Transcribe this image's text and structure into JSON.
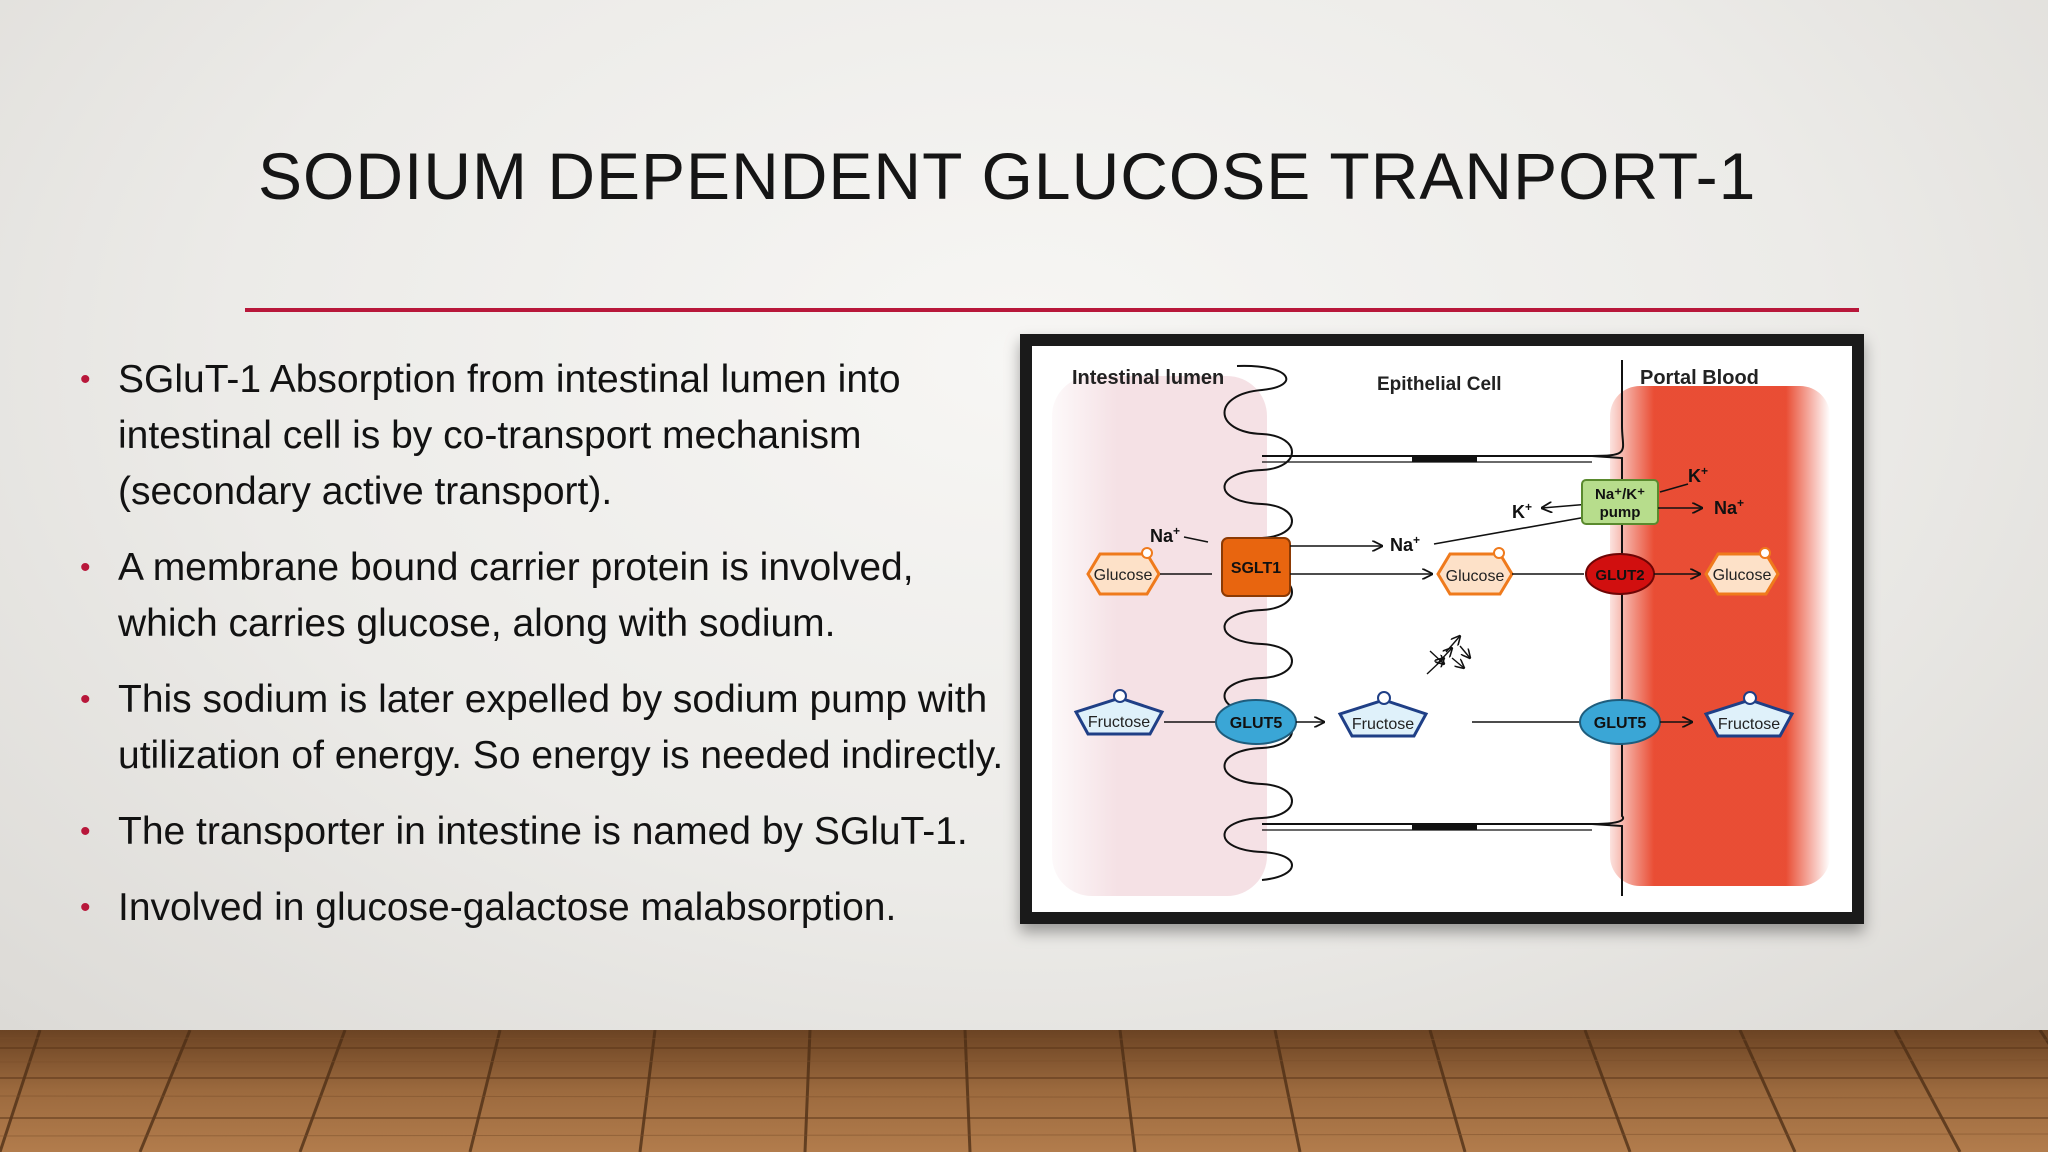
{
  "slide": {
    "title": "SODIUM DEPENDENT  GLUCOSE TRANPORT-1",
    "bullets": [
      "SGluT-1 Absorption from intestinal lumen into intestinal cell is by co-transport mechanism (secondary active transport).",
      "A membrane bound carrier protein is involved, which carries glucose, along with sodium.",
      "This sodium is later expelled by sodium pump with utilization of energy. So energy is needed indirectly.",
      "The transporter in intestine is named by SGluT-1.",
      "Involved in glucose-galactose malabsorption."
    ],
    "accent_color": "#b8173a"
  },
  "diagram": {
    "regions": {
      "lumen": "Intestinal lumen",
      "cell": "Epithelial Cell",
      "blood": "Portal Blood"
    },
    "labels": {
      "na": "Na",
      "na_plus": "+",
      "k": "K",
      "k_plus": "+",
      "glucose": "Glucose",
      "fructose": "Fructose",
      "sglt1": "SGLT1",
      "glut2": "GLUT2",
      "glut5": "GLUT5",
      "pump_line1": "Na⁺/K⁺",
      "pump_line2": "pump"
    },
    "colors": {
      "sglt1": "#e8650f",
      "glut2": "#d10f0f",
      "glut5": "#3aa6d6",
      "pump": "#b7dd8c",
      "glucose_fill": "#fde1c8",
      "glucose_stroke": "#ef7a1c",
      "fructose_fill": "#dff1fa",
      "fructose_stroke": "#1f3f86",
      "blood": "#e8442a",
      "lumen": "#f5e1e5"
    }
  }
}
